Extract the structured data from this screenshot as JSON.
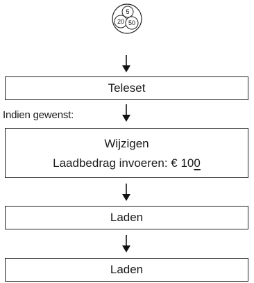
{
  "coins": {
    "icon": "coins-icon",
    "values": [
      "5",
      "20",
      "50"
    ]
  },
  "steps": {
    "teleset": "Teleset",
    "note": "Indien gewenst:",
    "wijzigen": "Wijzigen",
    "laadbedrag_prefix": "Laadbedrag invoeren: € 10",
    "laadbedrag_underlined": "0",
    "laden_1": "Laden",
    "laden_2": "Laden"
  }
}
